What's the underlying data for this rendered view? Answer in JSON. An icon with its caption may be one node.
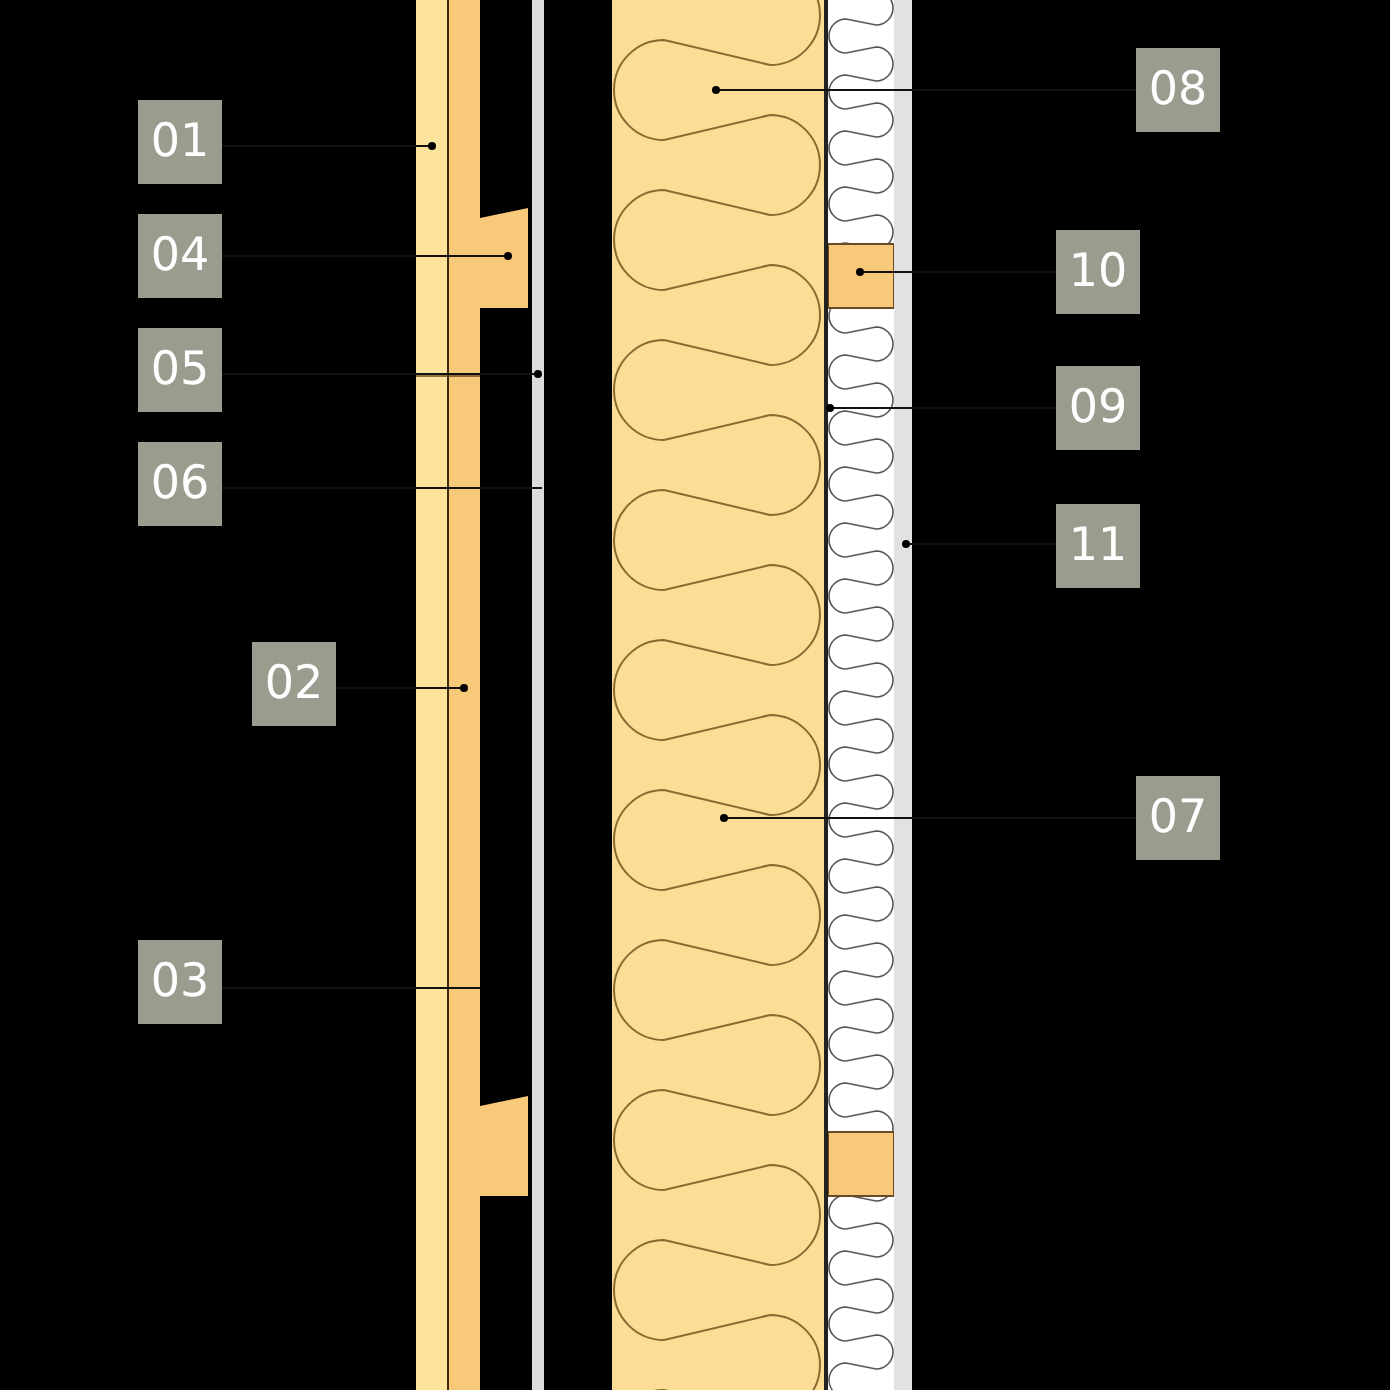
{
  "diagram": {
    "nodes": [
      {
        "text": [
          "08"
        ]
      },
      {
        "text": [
          "01"
        ]
      },
      {
        "text": [
          "10"
        ]
      },
      {
        "text": [
          "04"
        ]
      },
      {
        "text": [
          "05"
        ]
      },
      {
        "text": [
          "09"
        ]
      },
      {
        "text": [
          "06"
        ]
      },
      {
        "text": [
          "11"
        ]
      },
      {
        "text": [
          "02"
        ]
      },
      {
        "text": [
          "07"
        ]
      },
      {
        "text": [
          "03"
        ]
      }
    ],
    "edges": [
      {
        "from": 0,
        "to": null,
        "arrow": "other"
      },
      {
        "from": 1,
        "to": null,
        "arrow": "other"
      },
      {
        "from": 2,
        "to": null,
        "arrow": "other"
      },
      {
        "from": 3,
        "to": null,
        "arrow": "other"
      },
      {
        "from": 4,
        "to": null,
        "arrow": "other"
      },
      {
        "from": 5,
        "to": null,
        "arrow": "other"
      },
      {
        "from": 6,
        "to": null,
        "arrow": "none"
      },
      {
        "from": 7,
        "to": null,
        "arrow": "other"
      },
      {
        "from": 8,
        "to": null,
        "arrow": "other"
      },
      {
        "from": 9,
        "to": null,
        "arrow": "other"
      },
      {
        "from": 10,
        "to": null,
        "arrow": "none"
      }
    ]
  }
}
